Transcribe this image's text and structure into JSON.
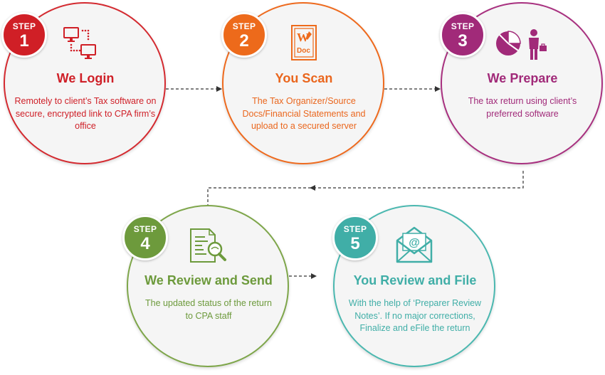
{
  "steps": [
    {
      "step_label": "STEP",
      "number": "1",
      "title": "We Login",
      "description": "Remotely to client’s Tax software on secure, encrypted link to CPA firm’s office",
      "color": "#d01f26",
      "icon": "computer-network-icon"
    },
    {
      "step_label": "STEP",
      "number": "2",
      "title": "You Scan",
      "description": "The Tax Organizer/Source Docs/Financial Statements and upload to a secured server",
      "color": "#ed6a1b",
      "icon": "word-document-icon",
      "icon_text": "Doc"
    },
    {
      "step_label": "STEP",
      "number": "3",
      "title": "We Prepare",
      "description": "The tax return using client’s preferred software",
      "color": "#a12a79",
      "icon": "pie-chart-businessman-icon"
    },
    {
      "step_label": "STEP",
      "number": "4",
      "title": "We Review and Send",
      "description": "The updated status of the return to CPA staff",
      "color": "#6d9a3c",
      "icon": "document-review-magnifier-icon"
    },
    {
      "step_label": "STEP",
      "number": "5",
      "title": "You Review and File",
      "description": "With the help of ‘Preparer Review Notes’. If no major corrections, Finalize and eFile the return",
      "color": "#40aea7",
      "icon": "email-envelope-icon"
    }
  ],
  "connector_color": "#333333"
}
